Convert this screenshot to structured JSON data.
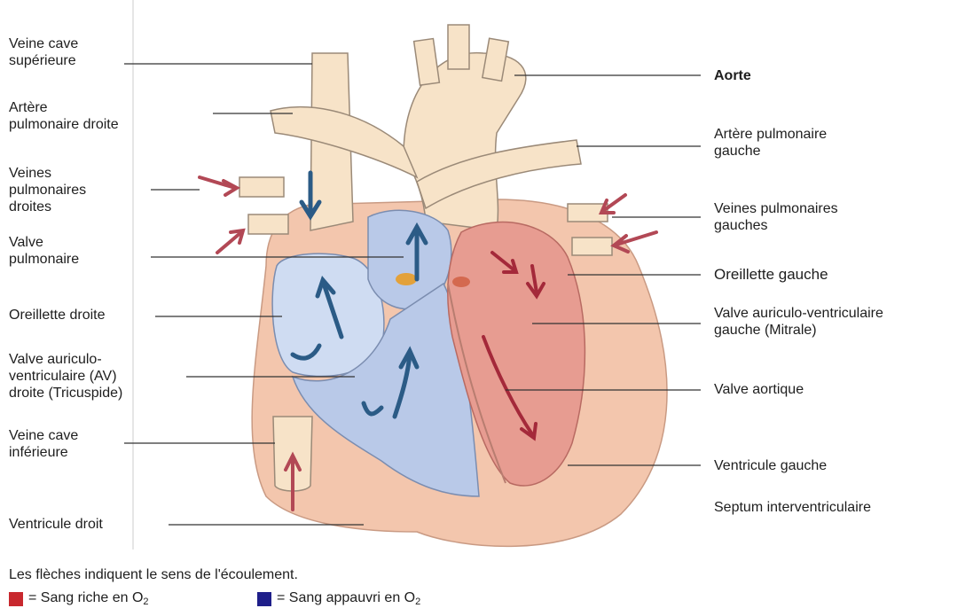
{
  "colors": {
    "oxygen_rich": "#c8282e",
    "oxygen_poor": "#1f1f8a",
    "pericardium": "#f3c6ad",
    "vessel": "#f7e3c8",
    "left_chamber": "#e79c91",
    "right_chamber": "#b9c9e8",
    "arrow_blue": "#2b5b86",
    "arrow_red": "#a4293a"
  },
  "labels_left": {
    "veine_cave_sup": [
      "Veine cave",
      "supérieure"
    ],
    "artere_pulm_droite": [
      "Artère",
      "pulmonaire droite"
    ],
    "veines_pulm_droites": [
      "Veines",
      "pulmonaires",
      "droites"
    ],
    "valve_pulmonaire": [
      "Valve",
      "pulmonaire"
    ],
    "oreillette_droite": [
      "Oreillette droite"
    ],
    "valve_av_droite": [
      "Valve auriculo-",
      "ventriculaire (AV)",
      "droite (Tricuspide)"
    ],
    "veine_cave_inf": [
      "Veine cave",
      "inférieure"
    ],
    "ventricule_droit": [
      "Ventricule droit"
    ]
  },
  "labels_right": {
    "aorte": [
      "Aorte"
    ],
    "artere_pulm_gauche": [
      "Artère pulmonaire",
      "gauche"
    ],
    "veines_pulm_gauches": [
      "Veines pulmonaires",
      "gauches"
    ],
    "oreillette_gauche": [
      "Oreillette gauche"
    ],
    "valve_av_gauche": [
      "Valve auriculo-ventriculaire",
      "gauche (Mitrale)"
    ],
    "valve_aortique": [
      "Valve aortique"
    ],
    "ventricule_gauche": [
      "Ventricule gauche"
    ],
    "septum": [
      "Septum interventriculaire"
    ]
  },
  "legend": {
    "caption": "Les flèches indiquent le sens de l'écoulement.",
    "rich_label": "= Sang riche en O",
    "poor_label": "= Sang appauvri en O",
    "subscript": "2"
  }
}
